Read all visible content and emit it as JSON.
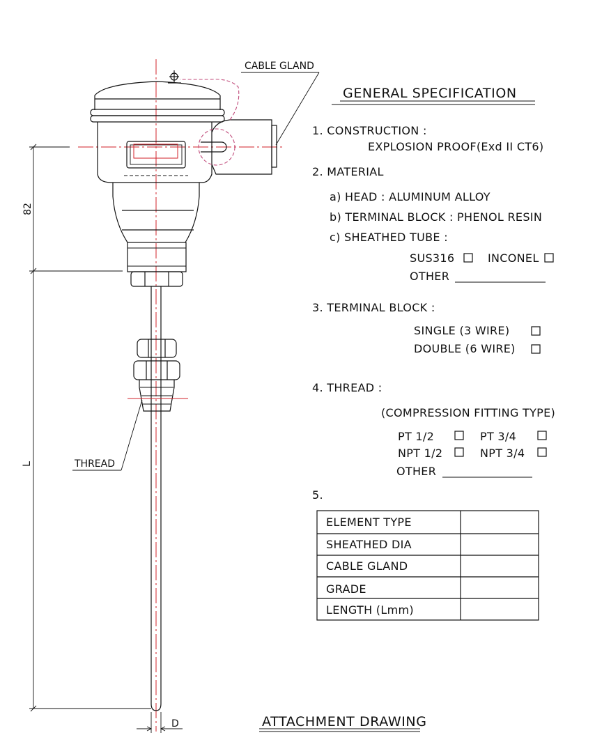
{
  "labels": {
    "cable_gland": "CABLE GLAND",
    "thread": "THREAD",
    "dim_82": "82",
    "dim_L": "L",
    "dim_D": "D",
    "attachment_drawing": "ATTACHMENT DRAWING"
  },
  "spec": {
    "title": "GENERAL SPECIFICATION",
    "s1": "1. CONSTRUCTION :",
    "s1_value": "EXPLOSION PROOF(Exd II  CT6)",
    "s2": "2. MATERIAL",
    "s2a": "a) HEAD : ALUMINUM ALLOY",
    "s2b": "b) TERMINAL BLOCK : PHENOL RESIN",
    "s2c": "c) SHEATHED TUBE :",
    "opt_sus316": "SUS316",
    "opt_inconel": "INCONEL",
    "other": "OTHER",
    "s3": "3. TERMINAL BLOCK :",
    "opt_single": "SINGLE (3 WIRE)",
    "opt_double": "DOUBLE (6 WIRE)",
    "s4": "4. THREAD :",
    "s4_type": "(COMPRESSION FITTING TYPE)",
    "opt_pt12": "PT 1/2",
    "opt_pt34": "PT 3/4",
    "opt_npt12": "NPT 1/2",
    "opt_npt34": "NPT 3/4",
    "s5": "5."
  },
  "table": {
    "rows": [
      "ELEMENT TYPE",
      "SHEATHED DIA",
      "CABLE GLAND",
      "GRADE",
      "LENGTH (Lmm)"
    ]
  }
}
